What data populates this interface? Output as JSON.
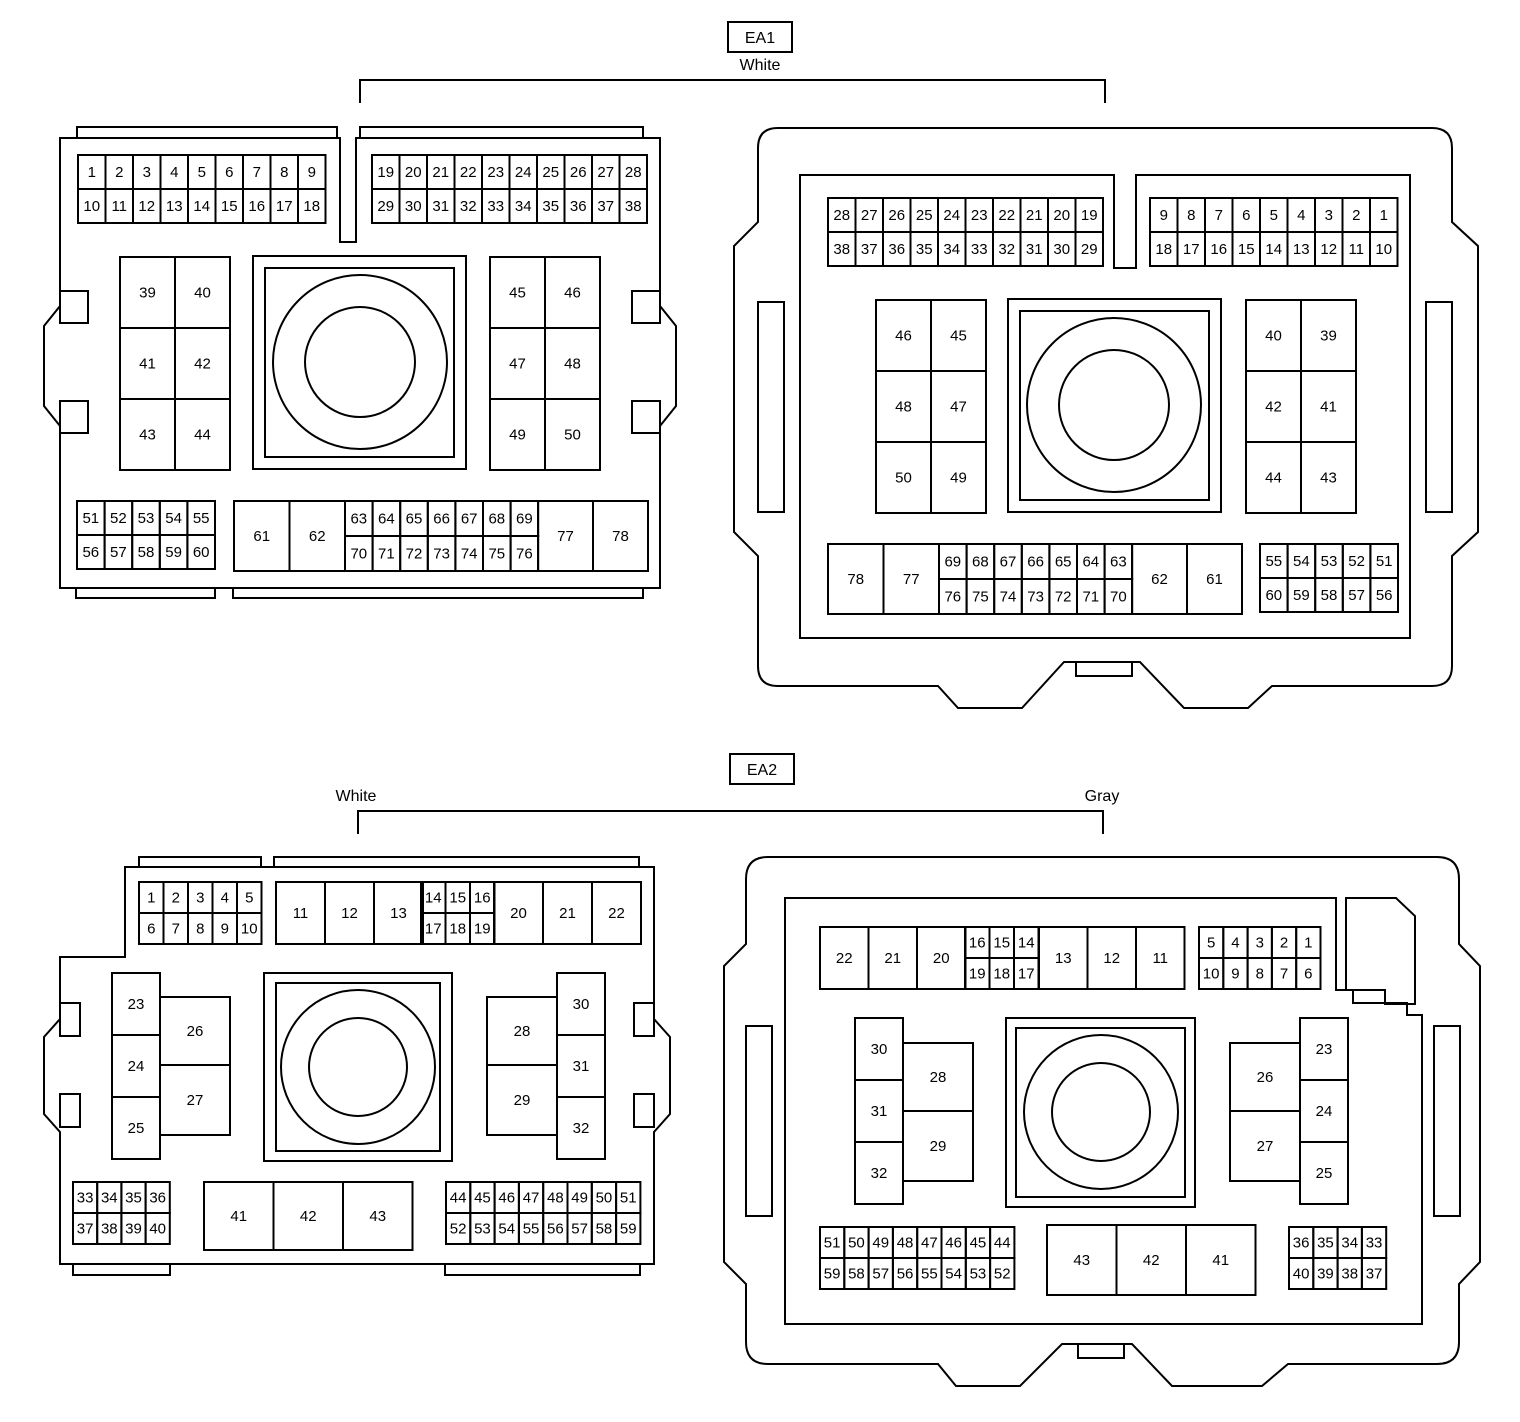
{
  "connectors": [
    {
      "id": "EA1",
      "colors": [
        "White"
      ]
    },
    {
      "id": "EA2",
      "colors": [
        "White",
        "Gray"
      ]
    }
  ]
}
